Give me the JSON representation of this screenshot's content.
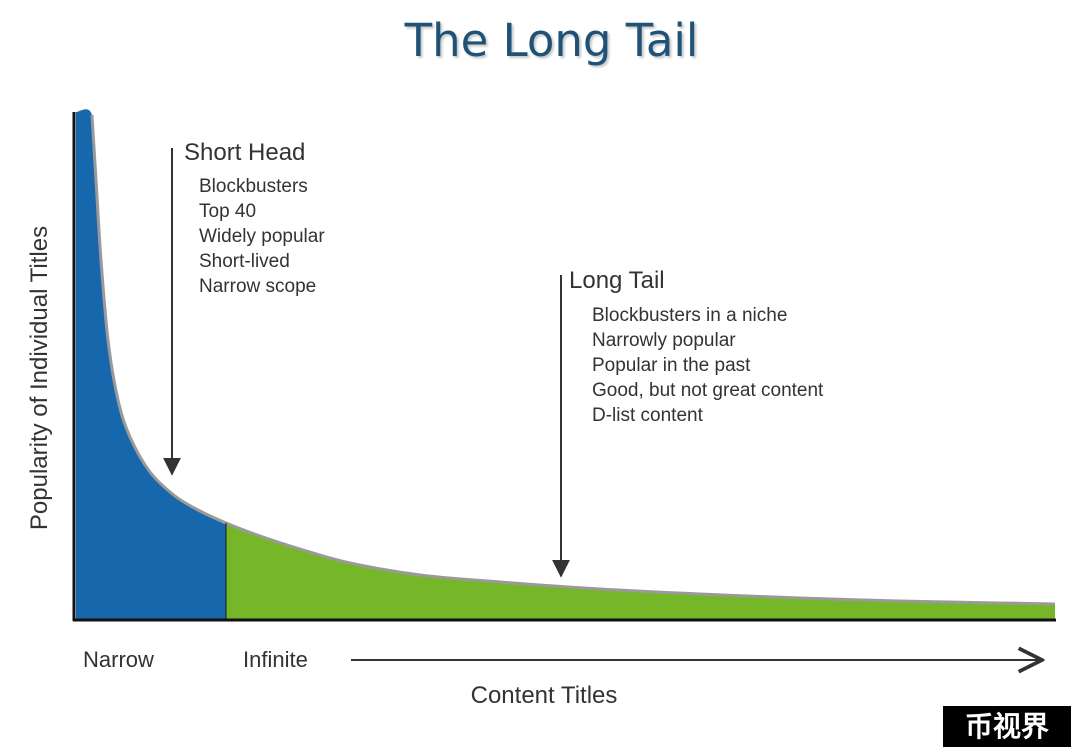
{
  "title": "The Long Tail",
  "y_axis_label": "Popularity of Individual Titles",
  "x_axis_label": "Content Titles",
  "x_ticks": {
    "narrow": "Narrow",
    "infinite": "Infinite"
  },
  "short_head": {
    "heading": "Short Head",
    "items": [
      "Blockbusters",
      "Top 40",
      "Widely popular",
      "Short-lived",
      "Narrow scope"
    ]
  },
  "long_tail": {
    "heading": "Long Tail",
    "items": [
      "Blockbusters in a niche",
      "Narrowly popular",
      "Popular in the past",
      "Good, but not great content",
      "D-list content"
    ]
  },
  "watermark": "币视界",
  "colors": {
    "title": "#1f5276",
    "head_fill": "#1767ac",
    "tail_fill": "#76b729",
    "curve_edge": "#9a9a9a",
    "text": "#333333",
    "axis": "#111111"
  }
}
